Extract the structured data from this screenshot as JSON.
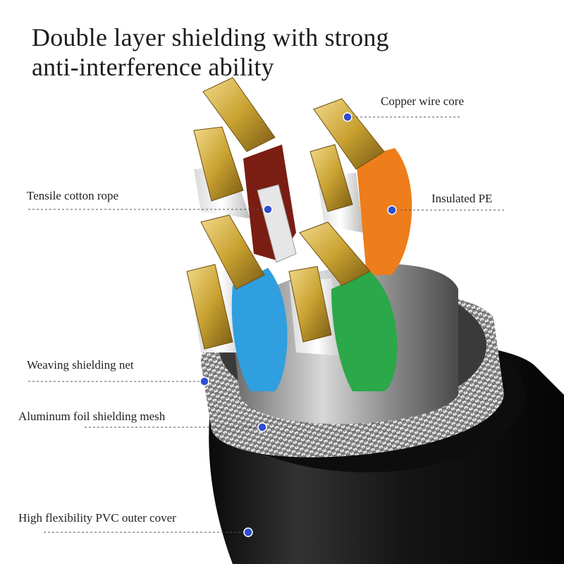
{
  "title": {
    "line1": "Double layer shielding with strong",
    "line2": "anti-interference ability"
  },
  "labels": {
    "copper": "Copper wire core",
    "rope": "Tensile cotton rope",
    "pe": "Insulated PE",
    "weave": "Weaving shielding net",
    "foil": "Aluminum foil shielding mesh",
    "pvc": "High flexibility PVC outer cover"
  },
  "colors": {
    "marker": "#2f4fd0",
    "copper": "#c9a231",
    "jacket": "#111111"
  }
}
